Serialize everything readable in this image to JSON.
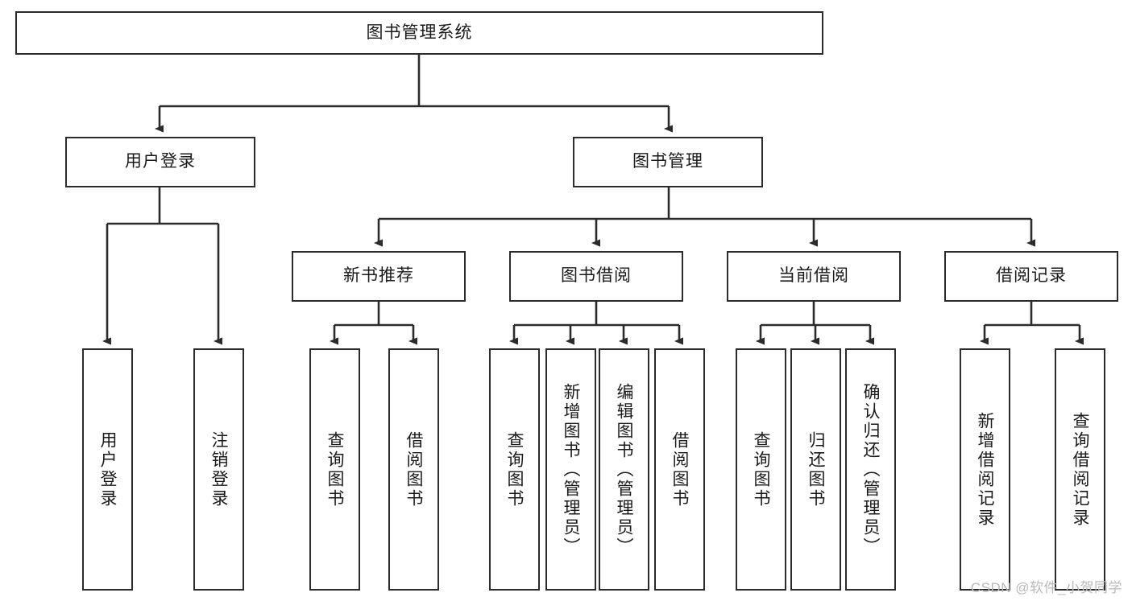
{
  "diagram": {
    "type": "tree-hierarchy",
    "orientation": "top-down",
    "root": {
      "id": "root",
      "label": "图书管理系统"
    },
    "level2": [
      {
        "id": "user-login",
        "label": "用户登录"
      },
      {
        "id": "book-manage",
        "label": "图书管理"
      }
    ],
    "level3": [
      {
        "id": "new-book-recommend",
        "label": "新书推荐",
        "parent": "book-manage"
      },
      {
        "id": "book-borrow",
        "label": "图书借阅",
        "parent": "book-manage"
      },
      {
        "id": "current-borrow",
        "label": "当前借阅",
        "parent": "book-manage"
      },
      {
        "id": "borrow-record",
        "label": "借阅记录",
        "parent": "book-manage"
      }
    ],
    "leaves": [
      {
        "id": "leaf-user-login",
        "label": "用户登录",
        "parent": "user-login"
      },
      {
        "id": "leaf-logout",
        "label": "注销登录",
        "parent": "user-login"
      },
      {
        "id": "leaf-query-book-1",
        "label": "查询图书",
        "parent": "new-book-recommend"
      },
      {
        "id": "leaf-borrow-book-1",
        "label": "借阅图书",
        "parent": "new-book-recommend"
      },
      {
        "id": "leaf-query-book-2",
        "label": "查询图书",
        "parent": "book-borrow"
      },
      {
        "id": "leaf-add-book",
        "label": "新增图书（管理员）",
        "parent": "book-borrow"
      },
      {
        "id": "leaf-edit-book",
        "label": "编辑图书（管理员）",
        "parent": "book-borrow"
      },
      {
        "id": "leaf-borrow-book-2",
        "label": "借阅图书",
        "parent": "book-borrow"
      },
      {
        "id": "leaf-query-book-3",
        "label": "查询图书",
        "parent": "current-borrow"
      },
      {
        "id": "leaf-return-book",
        "label": "归还图书",
        "parent": "current-borrow"
      },
      {
        "id": "leaf-confirm-return",
        "label": "确认归还（管理员）",
        "parent": "current-borrow"
      },
      {
        "id": "leaf-add-record",
        "label": "新增借阅记录",
        "parent": "borrow-record"
      },
      {
        "id": "leaf-query-record",
        "label": "查询借阅记录",
        "parent": "borrow-record"
      }
    ],
    "colors": {
      "stroke": "#2b2b2b",
      "fill": "#ffffff",
      "text": "#1a1a1a",
      "watermark": "#b9b9b9"
    }
  },
  "watermark": {
    "text": "CSDN @软件_小贺同学"
  }
}
